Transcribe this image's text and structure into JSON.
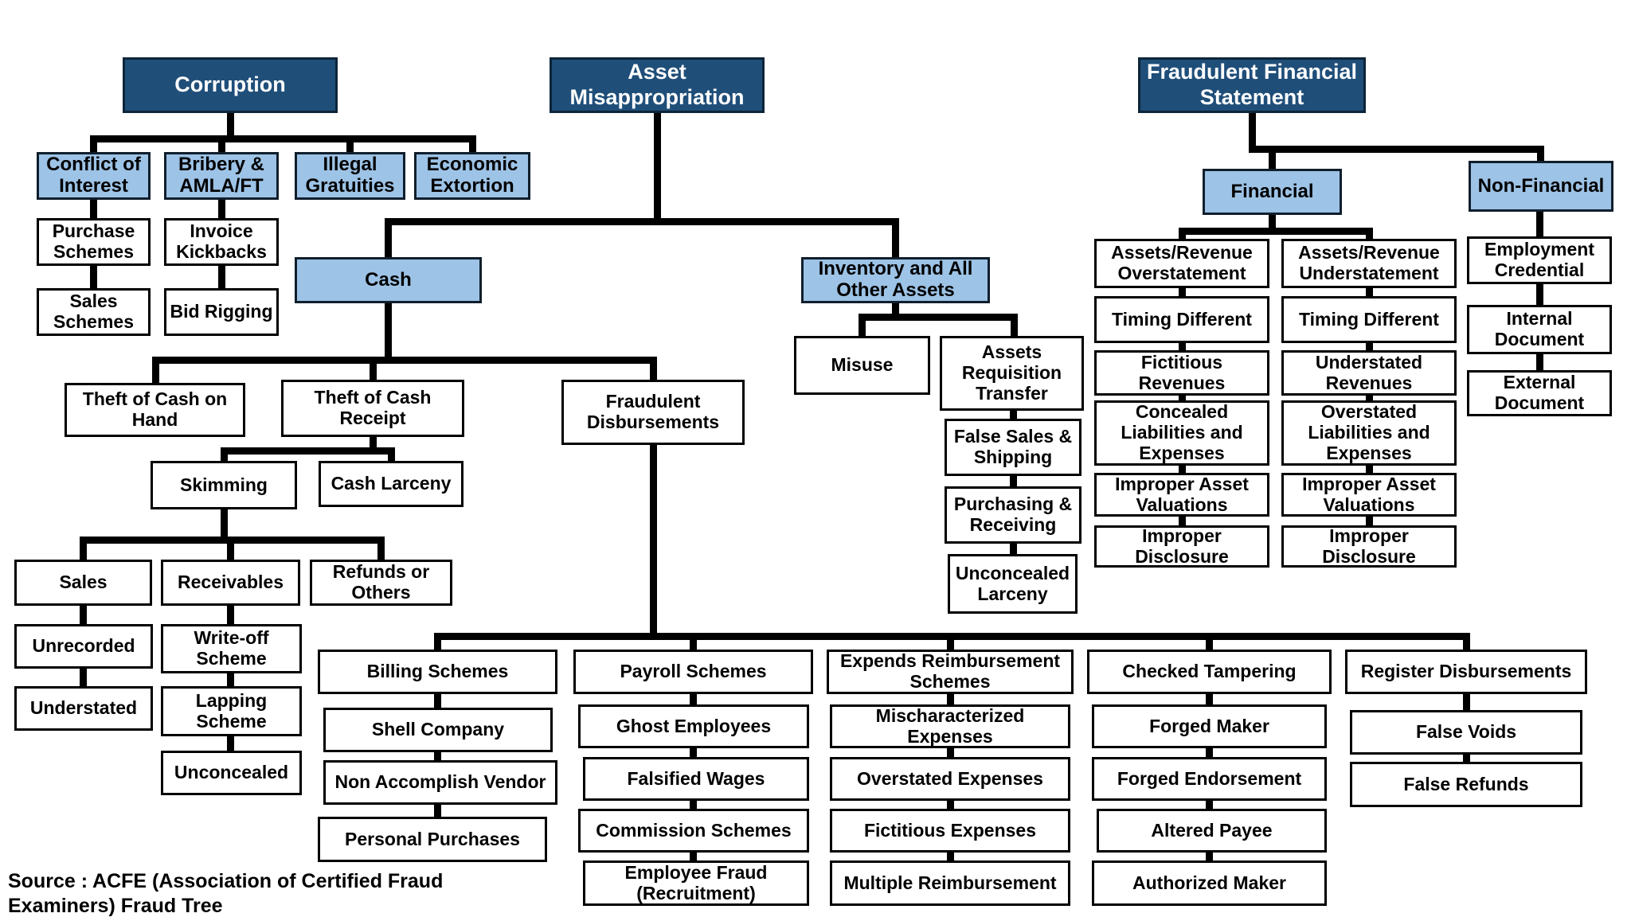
{
  "palette": {
    "header_fill": "#1F4E79",
    "header_text": "#FFFFFF",
    "category_fill": "#9DC3E6",
    "box_fill": "#FFFFFF",
    "border_color": "#000000",
    "line_color": "#000000",
    "text_color": "#000000",
    "background": "#FFFFFF"
  },
  "source_note": "Source : ACFE (Association of Certified Fraud Examiners) Fraud Tree",
  "nodes": {
    "corruption": "Corruption",
    "conflict_of_interest": "Conflict of Interest",
    "purchase_schemes": "Purchase Schemes",
    "sales_schemes": "Sales Schemes",
    "bribery_amla_ft": "Bribery & AMLA/FT",
    "invoice_kickbacks": "Invoice Kickbacks",
    "bid_rigging": "Bid Rigging",
    "illegal_gratuities": "Illegal Gratuities",
    "economic_extortion": "Economic Extortion",
    "asset_misappropriation": "Asset Misappropriation",
    "cash": "Cash",
    "theft_of_cash_on_hand": "Theft of Cash on Hand",
    "theft_of_cash_receipt": "Theft of Cash Receipt",
    "fraudulent_disbursements": "Fraudulent Disbursements",
    "skimming": "Skimming",
    "cash_larceny": "Cash Larceny",
    "sales": "Sales",
    "receivables": "Receivables",
    "refunds_or_others": "Refunds or Others",
    "unrecorded": "Unrecorded",
    "understated": "Understated",
    "write_off_scheme": "Write-off Scheme",
    "lapping_scheme": "Lapping Scheme",
    "unconcealed": "Unconcealed",
    "inventory_and_all_other_assets": "Inventory and All Other Assets",
    "misuse": "Misuse",
    "assets_requisition_transfer": "Assets Requisition Transfer",
    "false_sales_and_shipping": "False Sales & Shipping",
    "purchasing_and_receiving": "Purchasing & Receiving",
    "unconcealed_larceny": "Unconcealed Larceny",
    "billing_schemes": "Billing Schemes",
    "shell_company": "Shell Company",
    "non_accomplish_vendor": "Non Accomplish Vendor",
    "personal_purchases": "Personal Purchases",
    "payroll_schemes": "Payroll Schemes",
    "ghost_employees": "Ghost Employees",
    "falsified_wages": "Falsified Wages",
    "commission_schemes": "Commission Schemes",
    "employee_fraud_recruitment": "Employee Fraud (Recruitment)",
    "expends_reimbursement_schemes": "Expends Reimbursement Schemes",
    "mischaracterized_expenses": "Mischaracterized Expenses",
    "overstated_expenses": "Overstated Expenses",
    "fictitious_expenses": "Fictitious Expenses",
    "multiple_reimbursement": "Multiple Reimbursement",
    "checked_tampering": "Checked Tampering",
    "forged_maker": "Forged Maker",
    "forged_endorsement": "Forged Endorsement",
    "altered_payee": "Altered Payee",
    "authorized_maker": "Authorized Maker",
    "register_disbursements": "Register Disbursements",
    "false_voids": "False Voids",
    "false_refunds": "False Refunds",
    "fraudulent_financial_statement": "Fraudulent Financial Statement",
    "financial": "Financial",
    "non_financial": "Non-Financial",
    "assets_revenue_overstatement": "Assets/Revenue Overstatement",
    "timing_different_1": "Timing Different",
    "fictitious_revenues": "Fictitious Revenues",
    "concealed_liabilities_and_expenses": "Concealed Liabilities and Expenses",
    "improper_asset_valuations_1": "Improper Asset Valuations",
    "improper_disclosure_1": "Improper Disclosure",
    "assets_revenue_understatement": "Assets/Revenue Understatement",
    "timing_different_2": "Timing Different",
    "understated_revenues": "Understated Revenues",
    "overstated_liabilities_and_expenses": "Overstated Liabilities and Expenses",
    "improper_asset_valuations_2": "Improper Asset Valuations",
    "improper_disclosure_2": "Improper Disclosure",
    "employment_credential": "Employment Credential",
    "internal_document": "Internal Document",
    "external_document": "External Document"
  },
  "hierarchy": {
    "corruption": [
      "conflict_of_interest",
      "bribery_amla_ft",
      "illegal_gratuities",
      "economic_extortion"
    ],
    "conflict_of_interest": [
      "purchase_schemes"
    ],
    "purchase_schemes": [
      "sales_schemes"
    ],
    "bribery_amla_ft": [
      "invoice_kickbacks"
    ],
    "invoice_kickbacks": [
      "bid_rigging"
    ],
    "asset_misappropriation": [
      "cash",
      "inventory_and_all_other_assets"
    ],
    "cash": [
      "theft_of_cash_on_hand",
      "theft_of_cash_receipt",
      "fraudulent_disbursements"
    ],
    "theft_of_cash_receipt": [
      "skimming",
      "cash_larceny"
    ],
    "skimming": [
      "sales",
      "receivables",
      "refunds_or_others"
    ],
    "sales": [
      "unrecorded"
    ],
    "unrecorded": [
      "understated"
    ],
    "receivables": [
      "write_off_scheme"
    ],
    "write_off_scheme": [
      "lapping_scheme"
    ],
    "lapping_scheme": [
      "unconcealed"
    ],
    "inventory_and_all_other_assets": [
      "misuse",
      "assets_requisition_transfer"
    ],
    "assets_requisition_transfer": [
      "false_sales_and_shipping"
    ],
    "false_sales_and_shipping": [
      "purchasing_and_receiving"
    ],
    "purchasing_and_receiving": [
      "unconcealed_larceny"
    ],
    "fraudulent_disbursements": [
      "billing_schemes",
      "payroll_schemes",
      "expends_reimbursement_schemes",
      "checked_tampering",
      "register_disbursements"
    ],
    "billing_schemes": [
      "shell_company"
    ],
    "shell_company": [
      "non_accomplish_vendor"
    ],
    "non_accomplish_vendor": [
      "personal_purchases"
    ],
    "payroll_schemes": [
      "ghost_employees"
    ],
    "ghost_employees": [
      "falsified_wages"
    ],
    "falsified_wages": [
      "commission_schemes"
    ],
    "commission_schemes": [
      "employee_fraud_recruitment"
    ],
    "expends_reimbursement_schemes": [
      "mischaracterized_expenses"
    ],
    "mischaracterized_expenses": [
      "overstated_expenses"
    ],
    "overstated_expenses": [
      "fictitious_expenses"
    ],
    "fictitious_expenses": [
      "multiple_reimbursement"
    ],
    "checked_tampering": [
      "forged_maker"
    ],
    "forged_maker": [
      "forged_endorsement"
    ],
    "forged_endorsement": [
      "altered_payee"
    ],
    "altered_payee": [
      "authorized_maker"
    ],
    "register_disbursements": [
      "false_voids"
    ],
    "false_voids": [
      "false_refunds"
    ],
    "fraudulent_financial_statement": [
      "financial",
      "non_financial"
    ],
    "financial": [
      "assets_revenue_overstatement",
      "assets_revenue_understatement"
    ],
    "assets_revenue_overstatement": [
      "timing_different_1"
    ],
    "timing_different_1": [
      "fictitious_revenues"
    ],
    "fictitious_revenues": [
      "concealed_liabilities_and_expenses"
    ],
    "concealed_liabilities_and_expenses": [
      "improper_asset_valuations_1"
    ],
    "improper_asset_valuations_1": [
      "improper_disclosure_1"
    ],
    "assets_revenue_understatement": [
      "timing_different_2"
    ],
    "timing_different_2": [
      "understated_revenues"
    ],
    "understated_revenues": [
      "overstated_liabilities_and_expenses"
    ],
    "overstated_liabilities_and_expenses": [
      "improper_asset_valuations_2"
    ],
    "improper_asset_valuations_2": [
      "improper_disclosure_2"
    ],
    "non_financial": [
      "employment_credential"
    ],
    "employment_credential": [
      "internal_document"
    ],
    "internal_document": [
      "external_document"
    ]
  }
}
